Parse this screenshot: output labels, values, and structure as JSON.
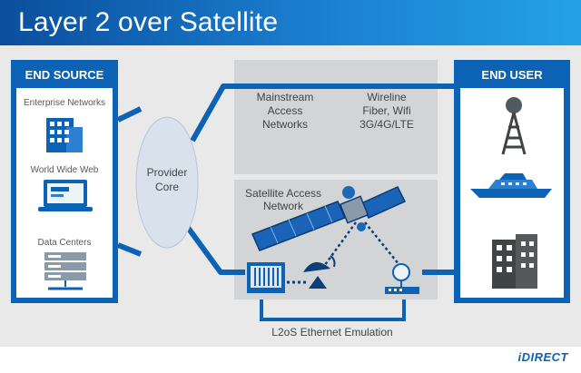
{
  "title": "Layer 2 over Satellite",
  "end_source": {
    "title": "END SOURCE",
    "items": [
      {
        "label": "Enterprise Networks",
        "icon": "office-building-icon"
      },
      {
        "label": "World Wide Web",
        "icon": "laptop-icon"
      },
      {
        "label": "Data Centers",
        "icon": "server-rack-icon"
      }
    ]
  },
  "provider_core": {
    "label_line1": "Provider",
    "label_line2": "Core"
  },
  "mainstream": {
    "line1": "Mainstream",
    "line2": "Access",
    "line3": "Networks",
    "wireline_line1": "Wireline",
    "wireline_line2": "Fiber, Wifi",
    "wireline_line3": "3G/4G/LTE"
  },
  "satellite": {
    "line1": "Satellite Access",
    "line2": "Network"
  },
  "emulation_label": "L2oS Ethernet Emulation",
  "end_user": {
    "title": "END USER",
    "icons": [
      "cell-tower-icon",
      "ship-icon",
      "apartment-building-icon"
    ]
  },
  "brand": "iDIRECT",
  "colors": {
    "primary_blue": "#0c62b4",
    "header_gradient_end": "#23a2e6",
    "background_gray": "#e9e9ea"
  }
}
